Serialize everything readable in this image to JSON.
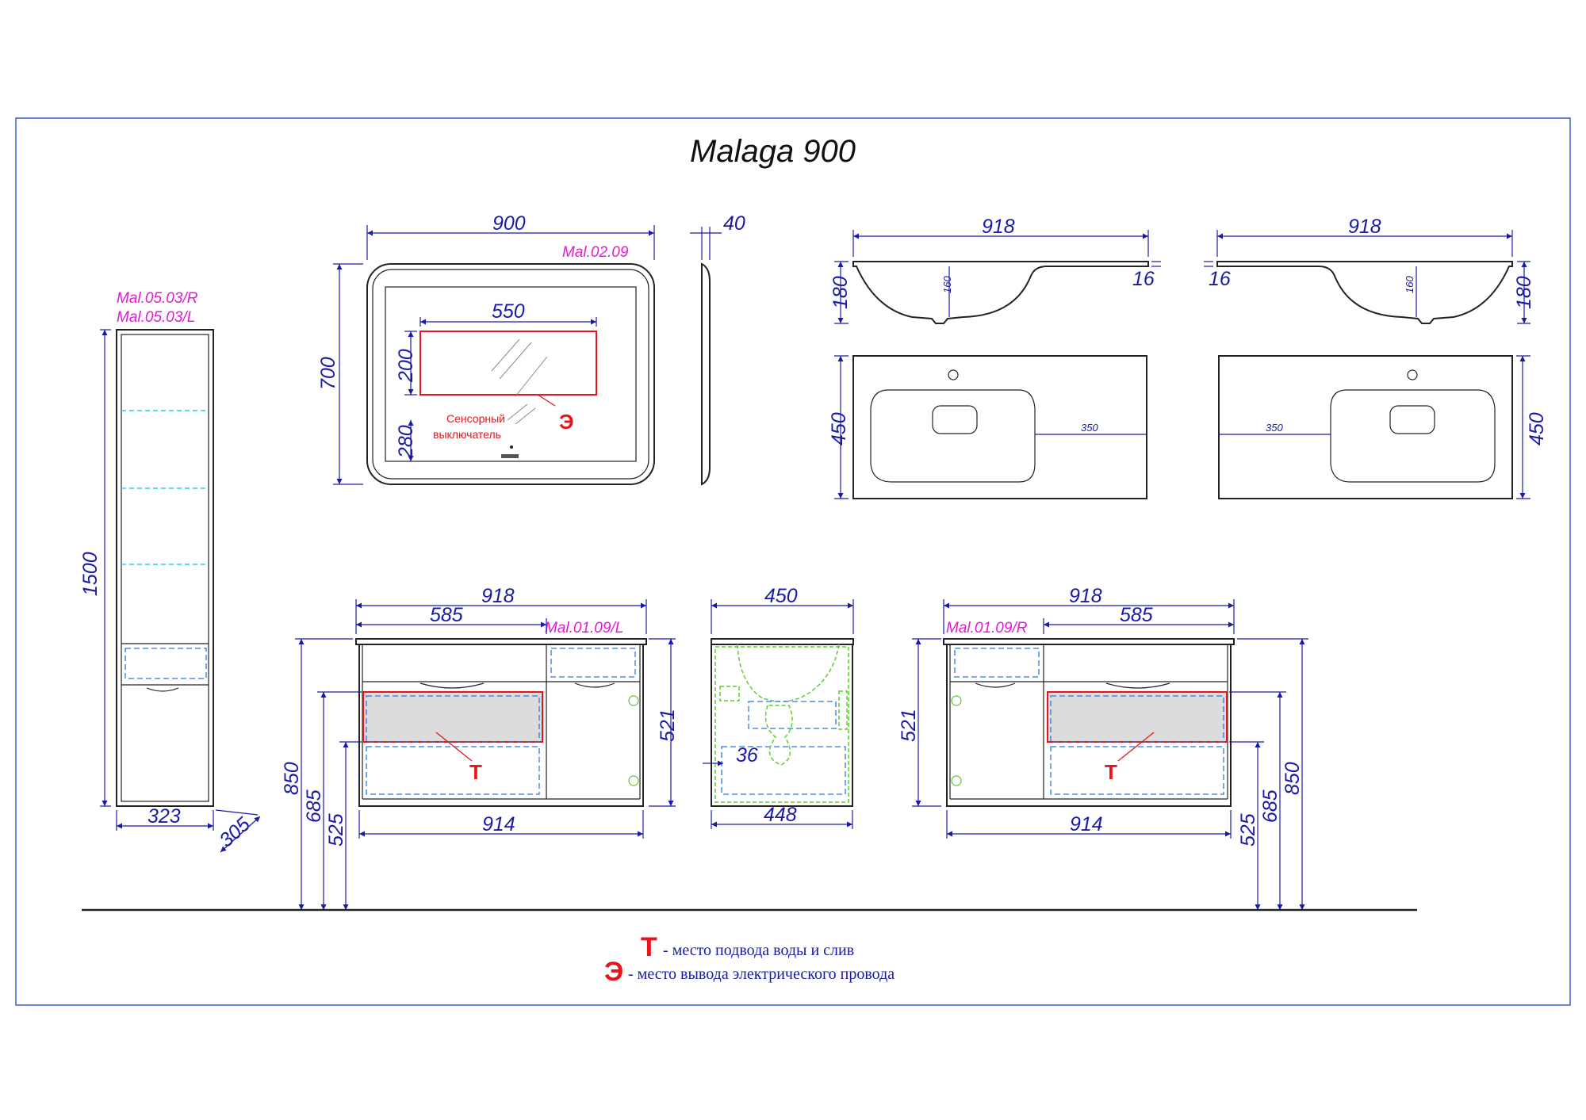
{
  "title": "Malaga 900",
  "codes": {
    "column": [
      "Mal.05.03/R",
      "Mal.05.03/L"
    ],
    "mirror": "Mal.02.09",
    "vanity_left": "Mal.01.09/L",
    "vanity_right": "Mal.01.09/R"
  },
  "column": {
    "height": "1500",
    "width": "323",
    "depth": "305"
  },
  "mirror": {
    "width": "900",
    "height": "700",
    "depth": "40",
    "panel_width": "550",
    "panel_height": "200",
    "switch_height": "280",
    "switch_label_line1": "Сенсорный",
    "switch_label_line2": "выключатель",
    "mark": "Э"
  },
  "sink_left": {
    "width": "918",
    "height": "180",
    "inner": "160",
    "rim": "16",
    "depth": "450",
    "offset": "350"
  },
  "sink_right": {
    "width": "918",
    "height": "180",
    "inner": "160",
    "rim": "16",
    "depth": "450",
    "offset": "350"
  },
  "vanity_left": {
    "top_width": "918",
    "drawer_width": "585",
    "body_width": "914",
    "body_height": "521",
    "h850": "850",
    "h685": "685",
    "h525": "525",
    "mark": "Т"
  },
  "vanity_side": {
    "top_depth": "450",
    "body_depth": "448",
    "gap": "36"
  },
  "vanity_right": {
    "top_width": "918",
    "drawer_width": "585",
    "body_width": "914",
    "body_height": "521",
    "h850": "850",
    "h685": "685",
    "h525": "525",
    "mark": "Т"
  },
  "legend": {
    "t_mark": "Т",
    "t_text": "- место подвода воды и слив",
    "e_mark": "Э",
    "e_text": "- место вывода электрического провода"
  },
  "colors": {
    "dimension": "#1a1aa8",
    "code": "#e21ad6",
    "marker": "#e8141a",
    "outline": "#222222"
  }
}
